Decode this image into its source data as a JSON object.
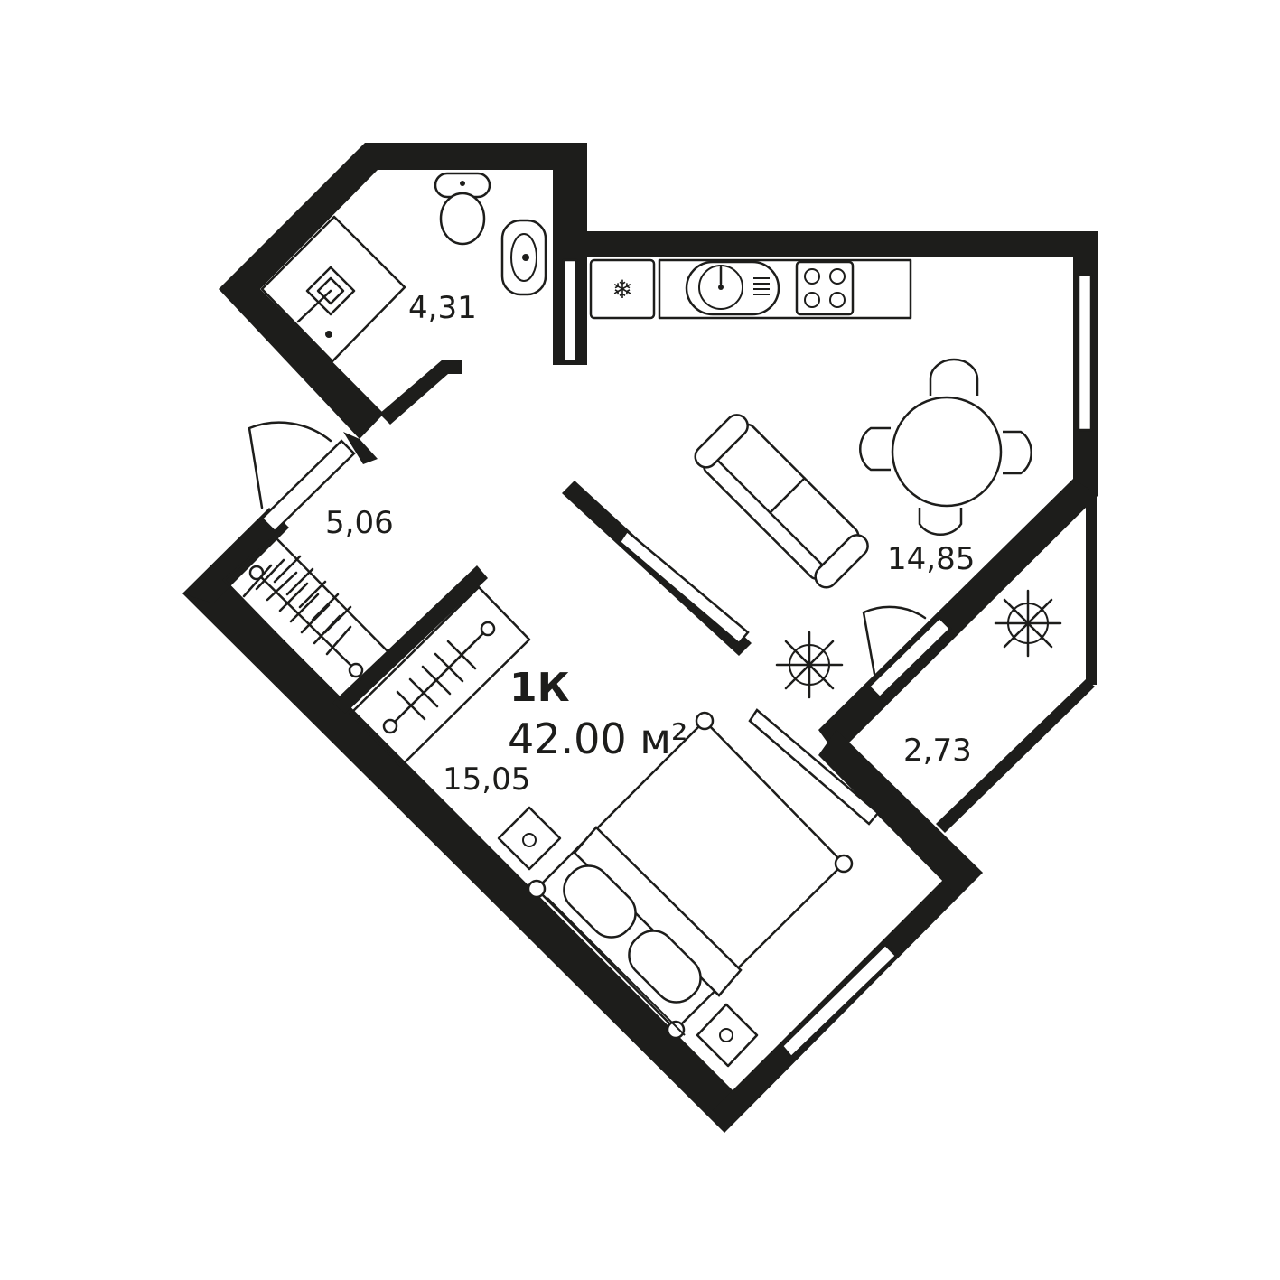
{
  "plan": {
    "unit_type": "1К",
    "total_area": "42.00 м²",
    "rooms": [
      {
        "id": "bathroom",
        "area": "4,31"
      },
      {
        "id": "hallway",
        "area": "5,06"
      },
      {
        "id": "kitchen_living",
        "area": "14,85"
      },
      {
        "id": "bedroom",
        "area": "15,05"
      },
      {
        "id": "balcony",
        "area": "2,73"
      }
    ]
  },
  "colors": {
    "wall": "#1d1d1b",
    "background": "#ffffff"
  }
}
